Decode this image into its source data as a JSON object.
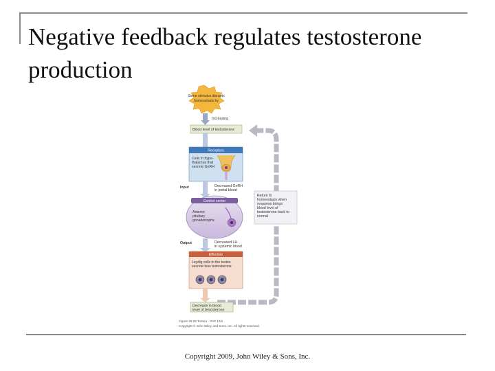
{
  "slide": {
    "title": "Negative feedback regulates testosterone production",
    "copyright": "Copyright 2009, John Wiley & Sons, Inc."
  },
  "diagram": {
    "stimulus": [
      "Some stimulus disrupts",
      "homeostasis by"
    ],
    "increasing": "Increasing",
    "controlled_condition": "Blood level of testosterone",
    "receptors": {
      "header": "Receptors",
      "body": [
        "Cells in hypo-",
        "thalamus that",
        "secrete GnRH"
      ]
    },
    "input": {
      "label": "Input",
      "text": [
        "Decreased GnRH",
        "in portal blood"
      ]
    },
    "control_center": {
      "header": "Control center",
      "body": [
        "Anterior",
        "pituitary",
        "gonadotrophs"
      ]
    },
    "output": {
      "label": "Output",
      "text": [
        "Decreased LH",
        "in systemic blood"
      ]
    },
    "effectors": {
      "header": "Effectors",
      "body": [
        "Leydig cells in the testes",
        "secrete less testosterone"
      ]
    },
    "response": [
      "Decrease in blood",
      "level of testosterone"
    ],
    "return_note": [
      "Return to",
      "homeostasis when",
      "response brings",
      "blood level of",
      "testosterone back to",
      "normal"
    ],
    "figure_caption": [
      "Figure 28.08  Tortora - PAP 12/e",
      "Copyright © John Wiley and Sons, Inc. All rights reserved."
    ]
  }
}
